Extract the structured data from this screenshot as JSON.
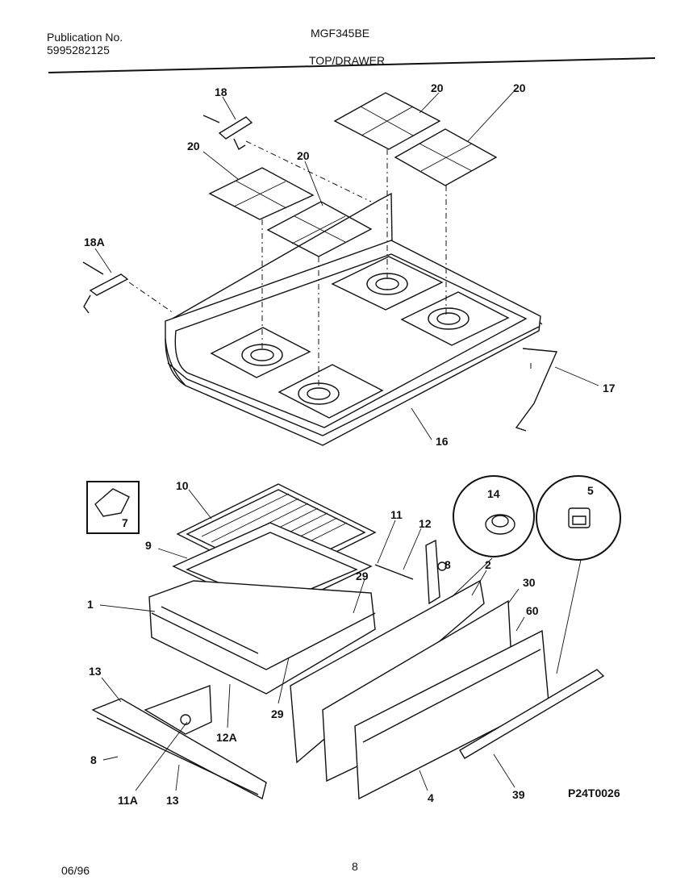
{
  "header": {
    "publication_label": "Publication No.",
    "publication_number": "5995282125",
    "model": "MGF345BE",
    "section": "TOP/DRAWER"
  },
  "footer": {
    "date": "06/96",
    "page": "8"
  },
  "diagram": {
    "code": "P24T0026",
    "callouts": {
      "c18": "18",
      "c18a": "18A",
      "c20a": "20",
      "c20b": "20",
      "c20c": "20",
      "c20d": "20",
      "c17": "17",
      "c16": "16",
      "c10": "10",
      "c9": "9",
      "c7": "7",
      "c1": "1",
      "c11": "11",
      "c12": "12",
      "c8a": "8",
      "c14": "14",
      "c5": "5",
      "c2": "2",
      "c30": "30",
      "c60": "60",
      "c29a": "29",
      "c29b": "29",
      "c13a": "13",
      "c12a": "12A",
      "c8b": "8",
      "c11a": "11A",
      "c13b": "13",
      "c4": "4",
      "c39": "39"
    }
  }
}
